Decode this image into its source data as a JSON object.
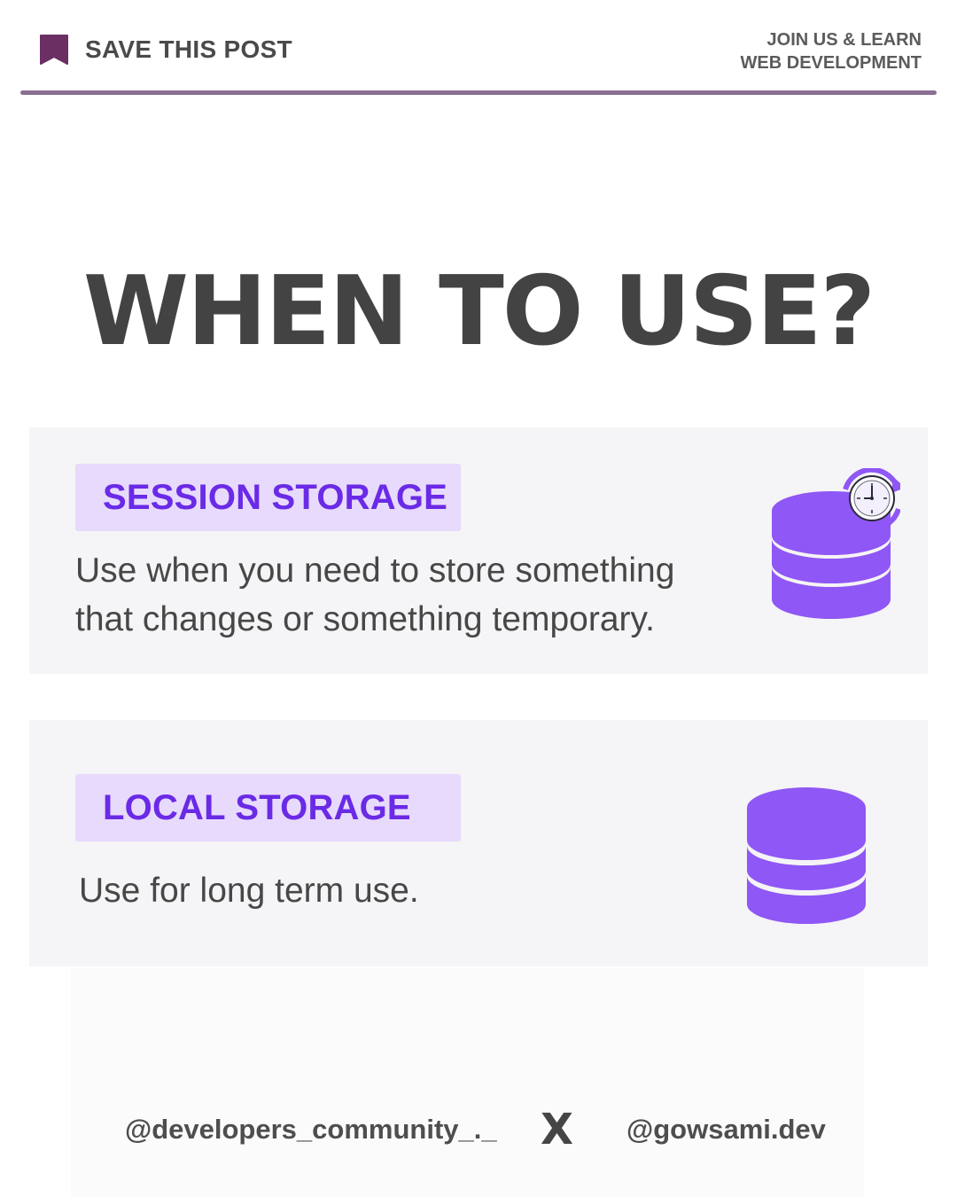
{
  "header": {
    "save_label": "SAVE THIS POST",
    "join_line1": "JOIN US & LEARN",
    "join_line2": "WEB DEVELOPMENT",
    "bookmark_icon": "bookmark-icon",
    "rule_color": "#8a6f92"
  },
  "title": "WHEN TO USE?",
  "cards": [
    {
      "label": "SESSION STORAGE",
      "description": "Use when you need to store something that changes or something temporary.",
      "icon": "database-clock-icon"
    },
    {
      "label": "LOCAL STORAGE",
      "description": "Use for long term use.",
      "icon": "database-icon"
    }
  ],
  "footer": {
    "handle_left": "@developers_community_._",
    "separator": "X",
    "handle_right": "@gowsami.dev"
  },
  "colors": {
    "accent_purple": "#6a2ae6",
    "pill_bg": "#e7dafc",
    "icon_purple": "#8f57f5",
    "card_bg": "#f5f4f6",
    "text_dark": "#474747"
  }
}
